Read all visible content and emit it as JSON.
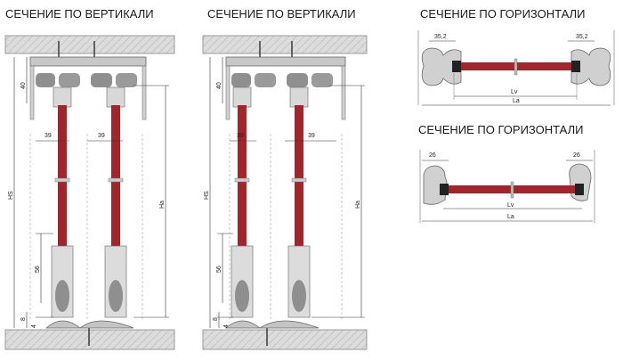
{
  "titles": {
    "vertical_left": "СЕЧЕНИЕ ПО ВЕРТИКАЛИ",
    "vertical_right": "СЕЧЕНИЕ ПО ВЕРТИКАЛИ",
    "horizontal_top": "СЕЧЕНИЕ ПО ГОРИЗОНТАЛИ",
    "horizontal_bottom": "СЕЧЕНИЕ ПО ГОРИЗОНТАЛИ"
  },
  "vertical_left": {
    "hs": "HS",
    "ha": "Ha",
    "top_rail": "40",
    "left_offset": "39",
    "right_offset": "39",
    "bottom_profile": "56",
    "gap_1": "8",
    "gap_2": "4"
  },
  "vertical_right": {
    "hs": "HS",
    "ha": "Ha",
    "top_rail": "40",
    "left_offset": "39",
    "right_offset": "39",
    "bottom_profile": "56",
    "gap_1": "8",
    "gap_2": "4"
  },
  "horizontal_top": {
    "left_profile": "35,2",
    "right_profile": "35,2",
    "lv": "Lv",
    "la": "La"
  },
  "horizontal_bottom": {
    "left_profile": "26",
    "right_profile": "26",
    "lv": "Lv",
    "la": "La"
  },
  "colors": {
    "panel": "#a3242b",
    "ceiling": "#d6d6d6",
    "profile": "#bfbfbf",
    "roller": "#8f8f8f"
  }
}
